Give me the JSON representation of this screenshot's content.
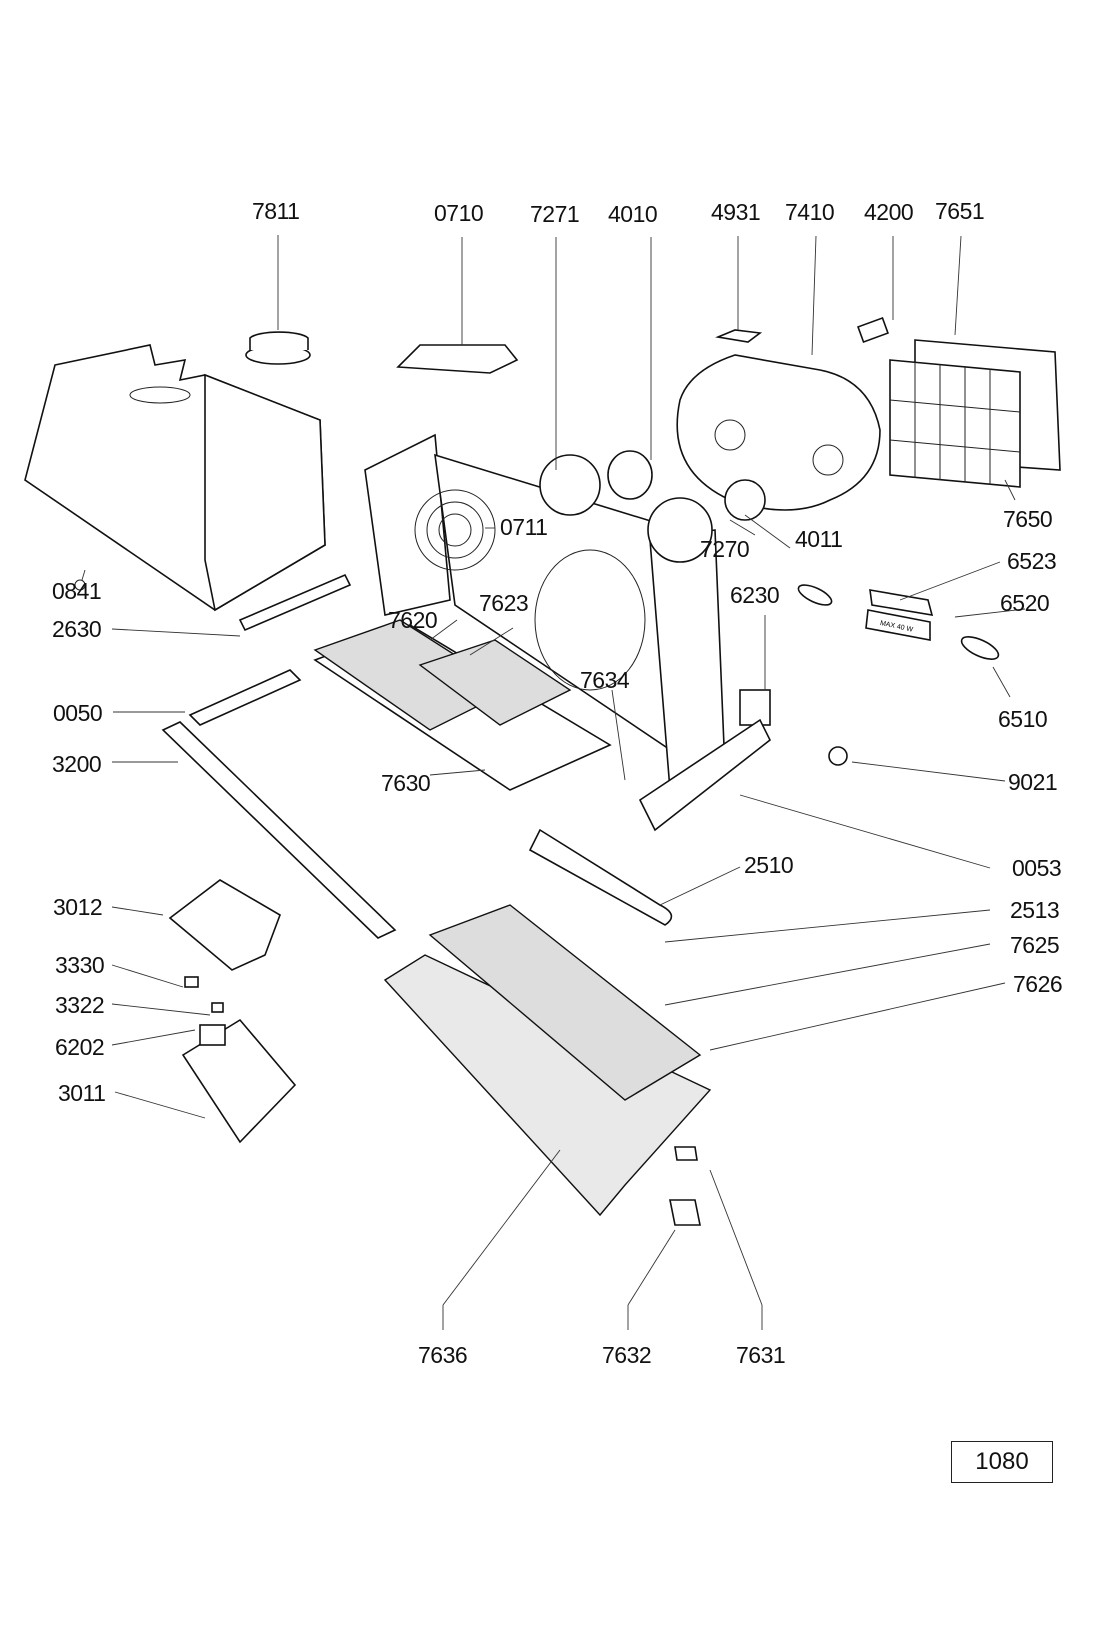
{
  "diagram": {
    "type": "exploded-parts-diagram",
    "subject": "cooker hood assembly",
    "stamp": "1080",
    "bulb_rating_text": "MAX 40 W"
  },
  "labels": {
    "p7811": "7811",
    "p0710": "0710",
    "p7271": "7271",
    "p4010": "4010",
    "p4931": "4931",
    "p7410": "7410",
    "p4200": "4200",
    "p7651": "7651",
    "p0711": "0711",
    "p7270": "7270",
    "p4011": "4011",
    "p7650": "7650",
    "p0841": "0841",
    "p2630": "2630",
    "p7620": "7620",
    "p7623": "7623",
    "p6230": "6230",
    "p6523": "6523",
    "p6520": "6520",
    "p6510": "6510",
    "p0050": "0050",
    "p3200": "3200",
    "p7634": "7634",
    "p7630": "7630",
    "p9021": "9021",
    "p0053": "0053",
    "p2510": "2510",
    "p2513": "2513",
    "p3012": "3012",
    "p3330": "3330",
    "p3322": "3322",
    "p6202": "6202",
    "p3011": "3011",
    "p7625": "7625",
    "p7626": "7626",
    "p7636": "7636",
    "p7632": "7632",
    "p7631": "7631"
  }
}
